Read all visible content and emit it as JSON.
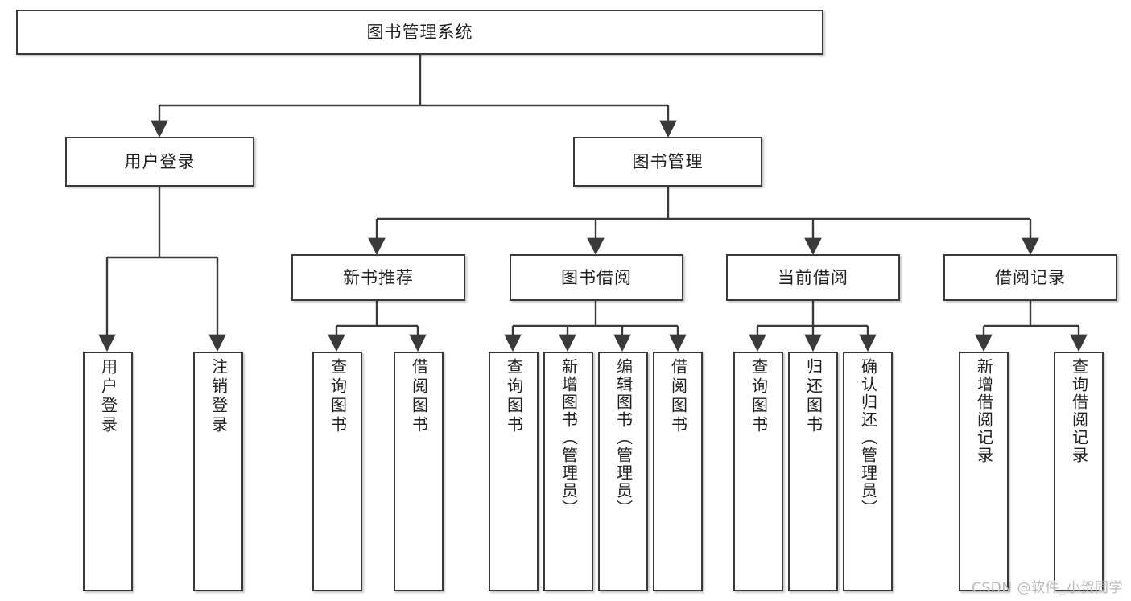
{
  "diagram": {
    "title": "图书管理系统",
    "type": "hierarchy-tree",
    "watermark": "CSDN @软件_小贺同学",
    "colors": {
      "box_border": "#3a3a3a",
      "box_fill": "#ffffff",
      "connector": "#3a3a3a",
      "text": "#1f1f1f",
      "watermark": "#b9b9b9",
      "background": "#ffffff"
    },
    "root": {
      "label": "图书管理系统"
    },
    "level2": [
      {
        "label": "用户登录"
      },
      {
        "label": "图书管理"
      }
    ],
    "level3": [
      {
        "label": "新书推荐"
      },
      {
        "label": "图书借阅"
      },
      {
        "label": "当前借阅"
      },
      {
        "label": "借阅记录"
      }
    ],
    "leaves": {
      "user_login": [
        {
          "label": "用户登录"
        },
        {
          "label": "注销登录"
        }
      ],
      "new_book_recommend": [
        {
          "label": "查询图书"
        },
        {
          "label": "借阅图书"
        }
      ],
      "book_borrow": [
        {
          "label": "查询图书"
        },
        {
          "label": "新增图书（管理员）"
        },
        {
          "label": "编辑图书（管理员）"
        },
        {
          "label": "借阅图书"
        }
      ],
      "current_borrow": [
        {
          "label": "查询图书"
        },
        {
          "label": "归还图书"
        },
        {
          "label": "确认归还（管理员）"
        }
      ],
      "borrow_record": [
        {
          "label": "新增借阅记录"
        },
        {
          "label": "查询借阅记录"
        }
      ]
    }
  }
}
